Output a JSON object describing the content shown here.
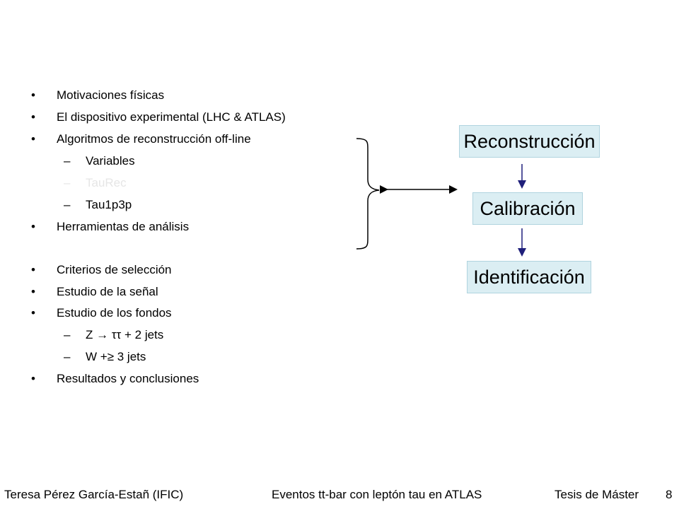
{
  "outline": {
    "items": [
      {
        "bullet": "•",
        "text": "Motivaciones físicas"
      },
      {
        "bullet": "•",
        "text": "El dispositivo experimental (LHC & ATLAS)"
      },
      {
        "bullet": "•",
        "text": "Algoritmos de reconstrucción off-line"
      },
      {
        "bullet": "–",
        "text": "Variables"
      },
      {
        "bullet": "–",
        "text": "TauRec"
      },
      {
        "bullet": "–",
        "text": "Tau1p3p"
      },
      {
        "bullet": "•",
        "text": "Herramientas de análisis"
      },
      {
        "bullet": "•",
        "text": "Criterios de selección"
      },
      {
        "bullet": "•",
        "text": "Estudio de la señal"
      },
      {
        "bullet": "•",
        "text": "Estudio de los fondos"
      },
      {
        "bullet": "–",
        "text": "Z → ττ + 2 jets"
      },
      {
        "bullet": "–",
        "text": "W +≥ 3 jets"
      },
      {
        "bullet": "•",
        "text": "Resultados y conclusiones"
      }
    ]
  },
  "flow": {
    "step1": "Reconstrucción",
    "step2": "Calibración",
    "step3": "Identificación"
  },
  "colors": {
    "box_fill": "#dbeef3",
    "arrow": "#1f1f7a",
    "faded_text": "#e6e6e6"
  },
  "footer": {
    "author": "Teresa Pérez García-Estañ (IFIC)",
    "title": "Eventos tt-bar con leptón tau en ATLAS",
    "thesis": "Tesis de Máster",
    "page": "8"
  }
}
